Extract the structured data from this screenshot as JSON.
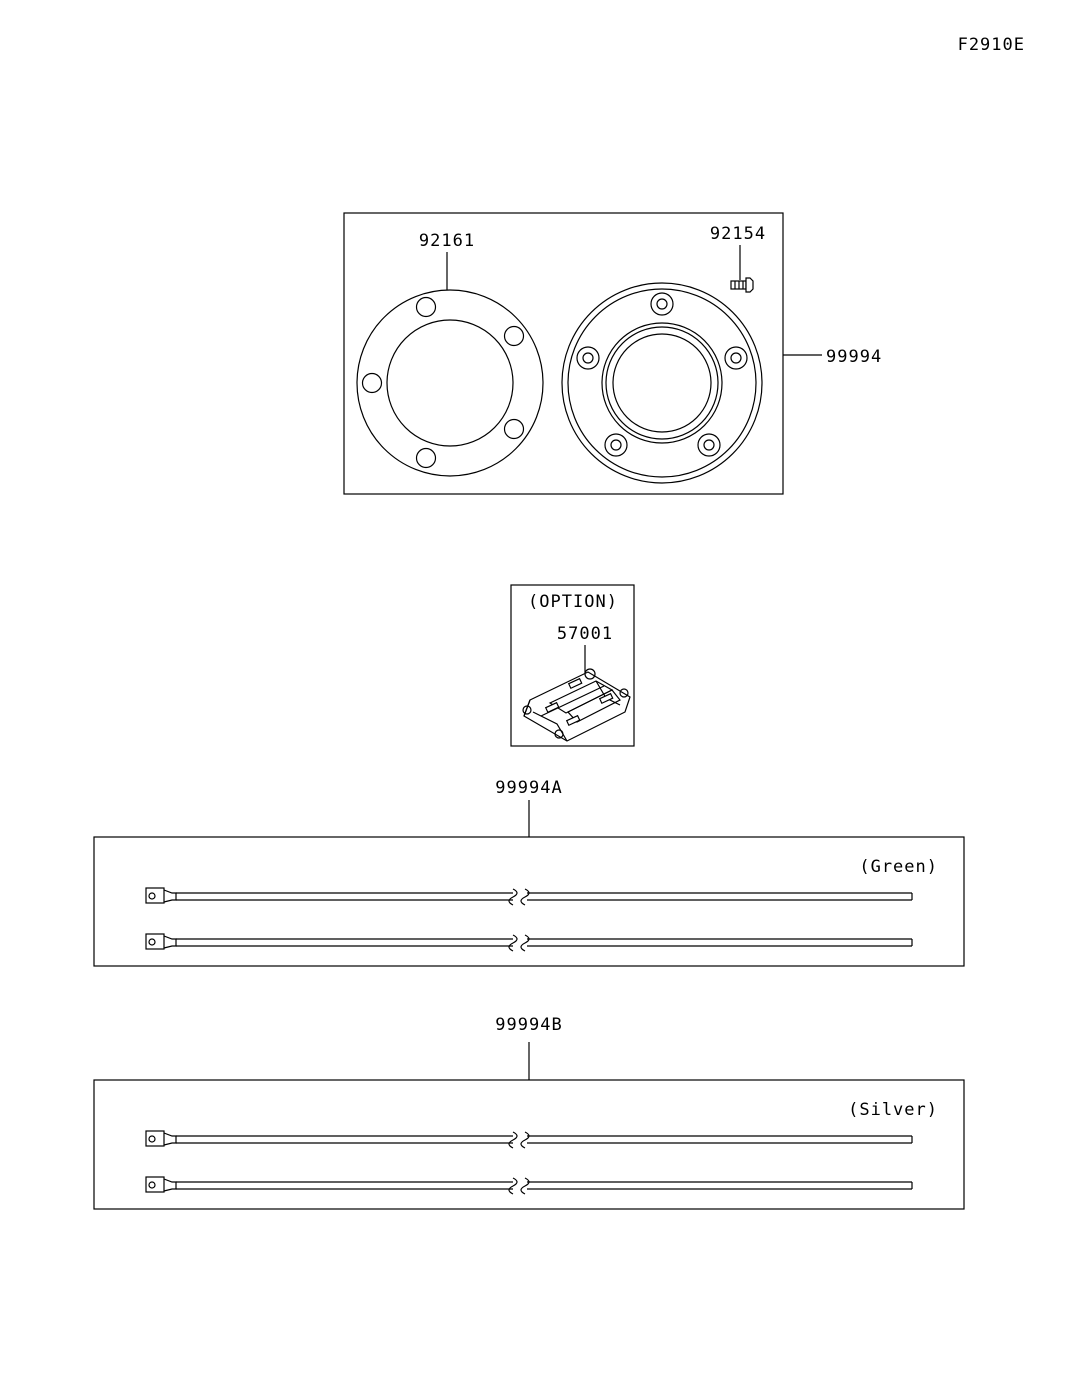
{
  "figure_code": "F2910E",
  "panel_top": {
    "gasket_part": "92161",
    "bolt_part": "92154",
    "flange_part": "99994"
  },
  "panel_option": {
    "option_label": "(OPTION)",
    "holder_part": "57001"
  },
  "panel_green": {
    "part": "99994A",
    "color_label": "(Green)"
  },
  "panel_silver": {
    "part": "99994B",
    "color_label": "(Silver)"
  }
}
